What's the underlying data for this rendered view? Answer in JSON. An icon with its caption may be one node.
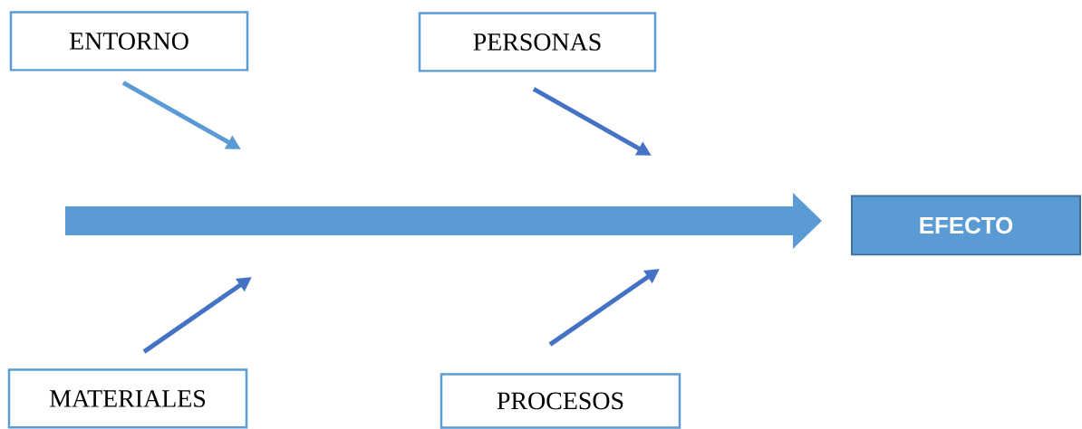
{
  "diagram": {
    "nodes": [
      {
        "text": [
          "ENTORNO"
        ]
      },
      {
        "text": [
          "PERSONAS"
        ]
      },
      {
        "text": [
          "MATERIALES"
        ]
      },
      {
        "text": [
          "PROCESOS"
        ]
      },
      {
        "text": [
          "EFECTO"
        ]
      }
    ],
    "edges": [
      {
        "from": 0,
        "to": null,
        "arrow": "to",
        "color": "#5b9bd5"
      },
      {
        "from": 1,
        "to": null,
        "arrow": "to"
      },
      {
        "from": 2,
        "to": null,
        "arrow": "to"
      },
      {
        "from": 3,
        "to": null,
        "arrow": "to"
      },
      {
        "from": null,
        "to": 4,
        "arrow": "to",
        "style": "thick",
        "color": "#5b9bd5"
      }
    ]
  }
}
